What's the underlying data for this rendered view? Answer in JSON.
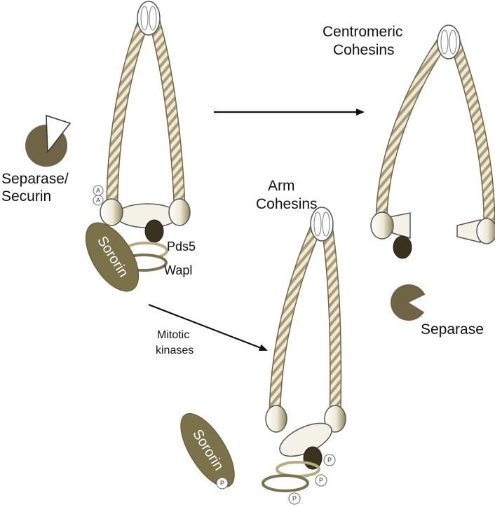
{
  "labels": {
    "separase_securin_line1": "Separase/",
    "separase_securin_line2": "Securin",
    "pds5": "Pds5",
    "wapl": "Wapl",
    "sororin_top": "Sororin",
    "sororin_bottom": "Sororin",
    "mitotic_line1": "Mitotic",
    "mitotic_line2": "kinases",
    "arm_line1": "Arm",
    "arm_line2": "Cohesins",
    "centromeric_line1": "Centromeric",
    "centromeric_line2": "Cohesins",
    "separase": "Separase",
    "acetyl_mark": "A",
    "phospho_mark": "P"
  },
  "colors": {
    "sororin": "#7c7249",
    "separase": "#6f6445",
    "dark_head": "#3a321c",
    "ring_outline": "#8c8660",
    "stripe": "#a89c76",
    "rope_fill": "#ece7d4"
  }
}
